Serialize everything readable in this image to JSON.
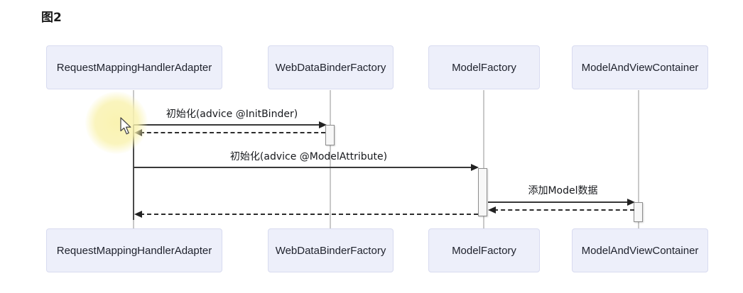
{
  "title": "图2",
  "diagram": {
    "type": "sequence-diagram",
    "participants": [
      {
        "name": "RequestMappingHandlerAdapter"
      },
      {
        "name": "WebDataBinderFactory"
      },
      {
        "name": "ModelFactory"
      },
      {
        "name": "ModelAndViewContainer"
      }
    ],
    "messages": [
      {
        "label": "初始化(advice @InitBinder)",
        "from": "RequestMappingHandlerAdapter",
        "to": "WebDataBinderFactory",
        "line": "solid-arrow",
        "has_dashed_return": true
      },
      {
        "label": "初始化(advice @ModelAttribute)",
        "from": "RequestMappingHandlerAdapter",
        "to": "ModelFactory",
        "line": "solid-arrow",
        "has_dashed_return": true
      },
      {
        "label": "添加Model数据",
        "from": "ModelFactory",
        "to": "ModelAndViewContainer",
        "line": "solid-arrow",
        "has_dashed_return": true
      }
    ],
    "activations": [
      "WebDataBinderFactory",
      "ModelFactory",
      "ModelAndViewContainer"
    ]
  },
  "cursor": {
    "visible": true,
    "kind": "arrow-pointer",
    "click_highlight_color": "#f6eda6"
  },
  "colors": {
    "background": "#ffffff",
    "participant_fill": "#edeffa",
    "participant_border": "#d8dbf0",
    "lifeline": "#c9c9c9",
    "message_line": "#333333",
    "text": "#1d2129"
  }
}
